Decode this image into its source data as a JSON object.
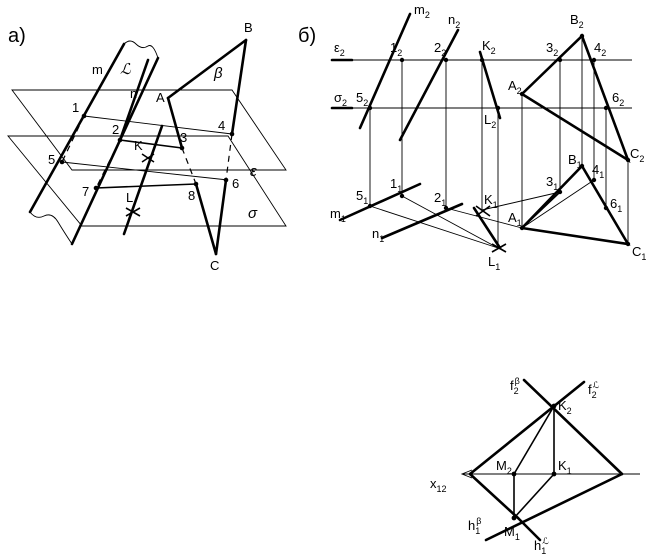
{
  "panel_a": {
    "caption": "a)",
    "plane_alpha": "ℒ",
    "plane_beta": "β",
    "plane_epsilon": "ε",
    "plane_sigma": "σ",
    "line_m": "m",
    "line_n": "n",
    "points": [
      "1",
      "2",
      "3",
      "4",
      "5",
      "6",
      "7",
      "8",
      "K",
      "L",
      "A",
      "B",
      "C"
    ]
  },
  "panel_b": {
    "caption": "б)",
    "eps2": {
      "main": "ε",
      "sub": "2"
    },
    "sig2": {
      "main": "σ",
      "sub": "2"
    },
    "m2": {
      "main": "m",
      "sub": "2"
    },
    "n2": {
      "main": "n",
      "sub": "2"
    },
    "m1": {
      "main": "m",
      "sub": "1"
    },
    "n1": {
      "main": "n",
      "sub": "1"
    },
    "p1_2": {
      "main": "1",
      "sub": "2"
    },
    "p2_2": {
      "main": "2",
      "sub": "2"
    },
    "p3_2": {
      "main": "3",
      "sub": "2"
    },
    "p4_2": {
      "main": "4",
      "sub": "2"
    },
    "p5_2": {
      "main": "5",
      "sub": "2"
    },
    "p6_2": {
      "main": "6",
      "sub": "2"
    },
    "K2": {
      "main": "K",
      "sub": "2"
    },
    "L2": {
      "main": "L",
      "sub": "2"
    },
    "A2": {
      "main": "A",
      "sub": "2"
    },
    "B2": {
      "main": "B",
      "sub": "2"
    },
    "C2": {
      "main": "C",
      "sub": "2"
    },
    "p1_1": {
      "main": "1",
      "sub": "1"
    },
    "p2_1": {
      "main": "2",
      "sub": "1"
    },
    "p3_1": {
      "main": "3",
      "sub": "1"
    },
    "p4_1": {
      "main": "4",
      "sub": "1"
    },
    "p5_1": {
      "main": "5",
      "sub": "1"
    },
    "p6_1": {
      "main": "6",
      "sub": "1"
    },
    "K1": {
      "main": "K",
      "sub": "1"
    },
    "L1": {
      "main": "L",
      "sub": "1"
    },
    "A1": {
      "main": "A",
      "sub": "1"
    },
    "B1": {
      "main": "B",
      "sub": "1"
    },
    "C1": {
      "main": "C",
      "sub": "1"
    }
  },
  "panel_c": {
    "x12": {
      "main": "x",
      "sub": "12"
    },
    "f2b": {
      "main": "f",
      "sub": "2",
      "sup": "β"
    },
    "f2l": {
      "main": "f",
      "sub": "2",
      "sup": "ℒ"
    },
    "h1b": {
      "main": "h",
      "sub": "1",
      "sup": "β"
    },
    "h1l": {
      "main": "h",
      "sub": "1",
      "sup": "ℒ"
    },
    "K2": {
      "main": "K",
      "sub": "2"
    },
    "K1": {
      "main": "K",
      "sub": "1"
    },
    "M2": {
      "main": "M",
      "sub": "2"
    },
    "M1": {
      "main": "M",
      "sub": "1"
    }
  }
}
